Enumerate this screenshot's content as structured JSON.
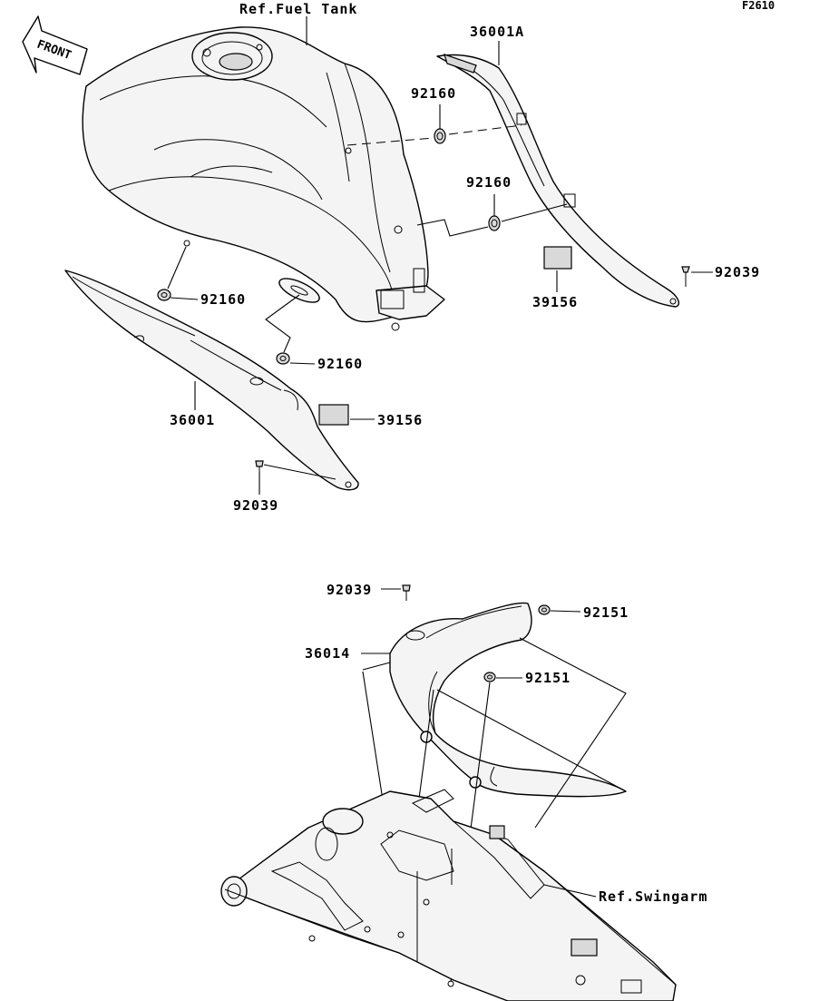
{
  "figure_code": "F2610",
  "front_label": "FRONT",
  "labels": {
    "ref_fuel_tank": "Ref.Fuel Tank",
    "ref_swingarm": "Ref.Swingarm",
    "p36001A": "36001A",
    "p92160_a": "92160",
    "p92160_b": "92160",
    "p92160_c": "92160",
    "p92160_d": "92160",
    "p92039_a": "92039",
    "p92039_b": "92039",
    "p92039_c": "92039",
    "p39156_a": "39156",
    "p39156_b": "39156",
    "p36001": "36001",
    "p36014": "36014",
    "p92151_a": "92151",
    "p92151_b": "92151"
  }
}
